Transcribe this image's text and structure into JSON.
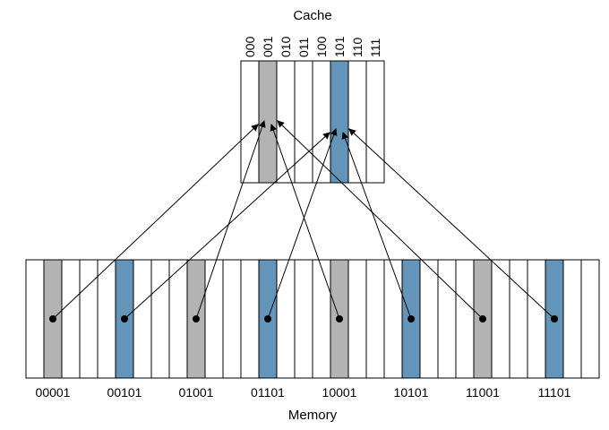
{
  "cache": {
    "title": "Cache",
    "indices": [
      "000",
      "001",
      "010",
      "011",
      "100",
      "101",
      "110",
      "111"
    ]
  },
  "memory": {
    "title": "Memory",
    "block_labels": [
      "00001",
      "00101",
      "01001",
      "01101",
      "10001",
      "10101",
      "11001",
      "11101"
    ],
    "blocks_per_group": 4
  },
  "mapping": [
    {
      "memory_block": "00001",
      "cache_index": "001"
    },
    {
      "memory_block": "00101",
      "cache_index": "101"
    },
    {
      "memory_block": "01001",
      "cache_index": "001"
    },
    {
      "memory_block": "01101",
      "cache_index": "101"
    },
    {
      "memory_block": "10001",
      "cache_index": "001"
    },
    {
      "memory_block": "10101",
      "cache_index": "101"
    },
    {
      "memory_block": "11001",
      "cache_index": "001"
    },
    {
      "memory_block": "11101",
      "cache_index": "101"
    }
  ],
  "colors": {
    "index_001": "#b3b3b3",
    "index_101": "#6495b8",
    "empty": "#ffffff",
    "stroke": "#000000"
  }
}
